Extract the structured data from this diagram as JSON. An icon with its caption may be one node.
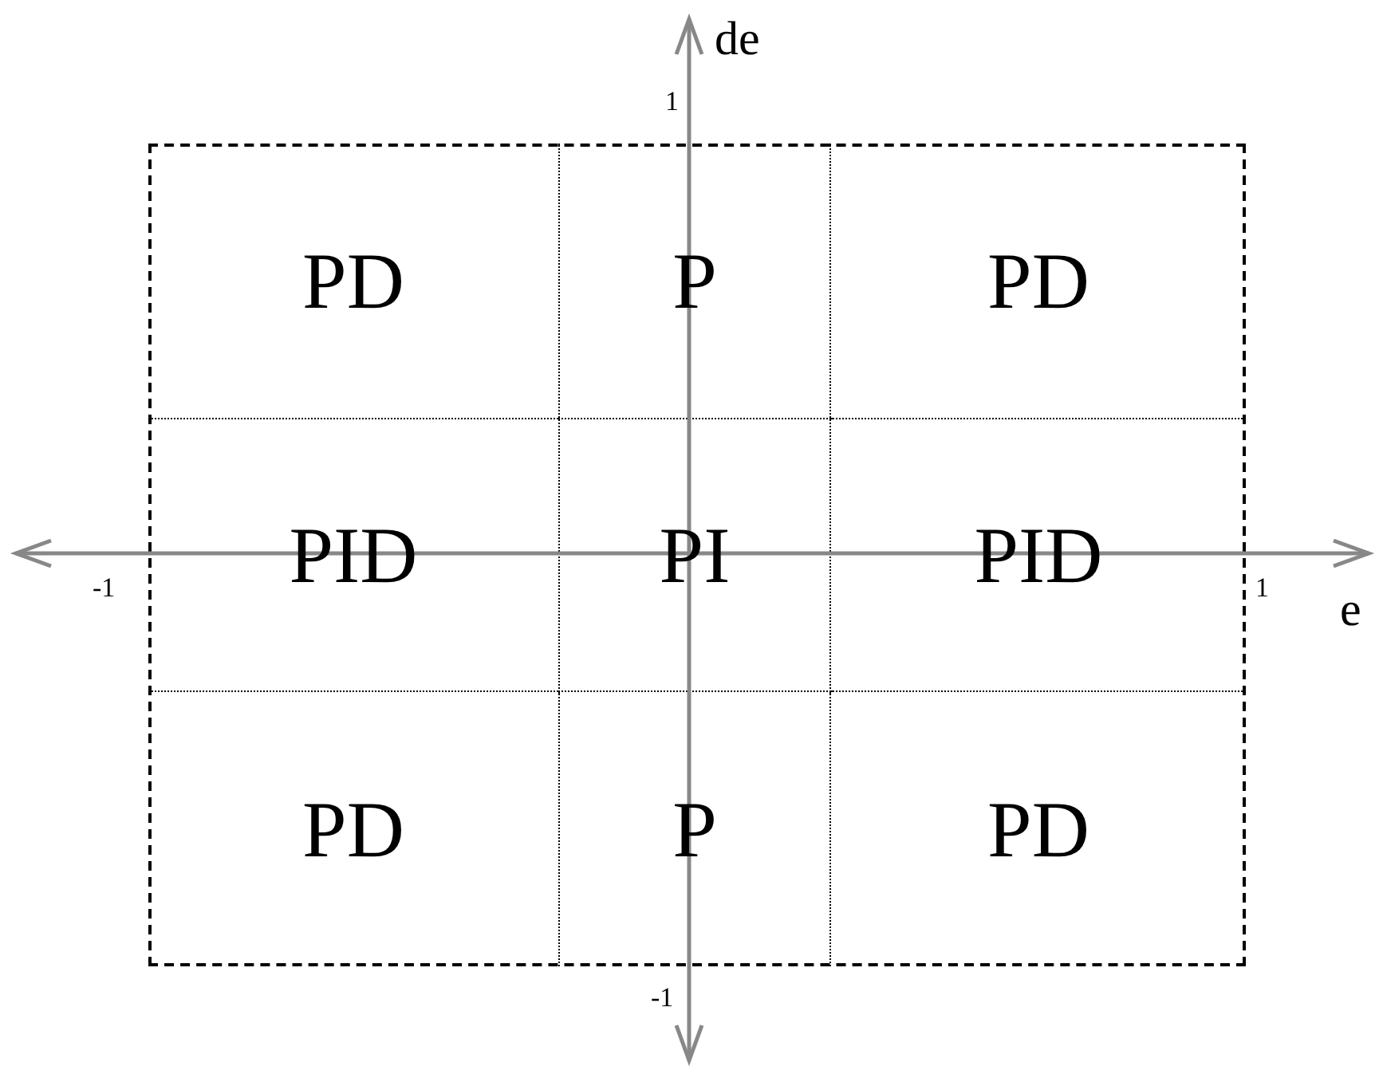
{
  "diagram": {
    "nodes": [
      {
        "text": [],
        "shape": "box"
      },
      {
        "text": [
          "PD"
        ],
        "in": 0
      },
      {
        "text": [
          "P"
        ],
        "in": 0
      },
      {
        "text": [
          "PD"
        ],
        "in": 0
      },
      {
        "text": [
          "PID"
        ],
        "in": 0
      },
      {
        "text": [
          "PI"
        ],
        "in": 0
      },
      {
        "text": [
          "PID"
        ],
        "in": 0
      },
      {
        "text": [
          "PD"
        ],
        "in": 0
      },
      {
        "text": [
          "P"
        ],
        "in": 0
      },
      {
        "text": [
          "PD"
        ],
        "in": 0
      }
    ],
    "edges": [],
    "labels": [
      "de",
      "1",
      "-1",
      "1",
      "e",
      "-1"
    ]
  }
}
